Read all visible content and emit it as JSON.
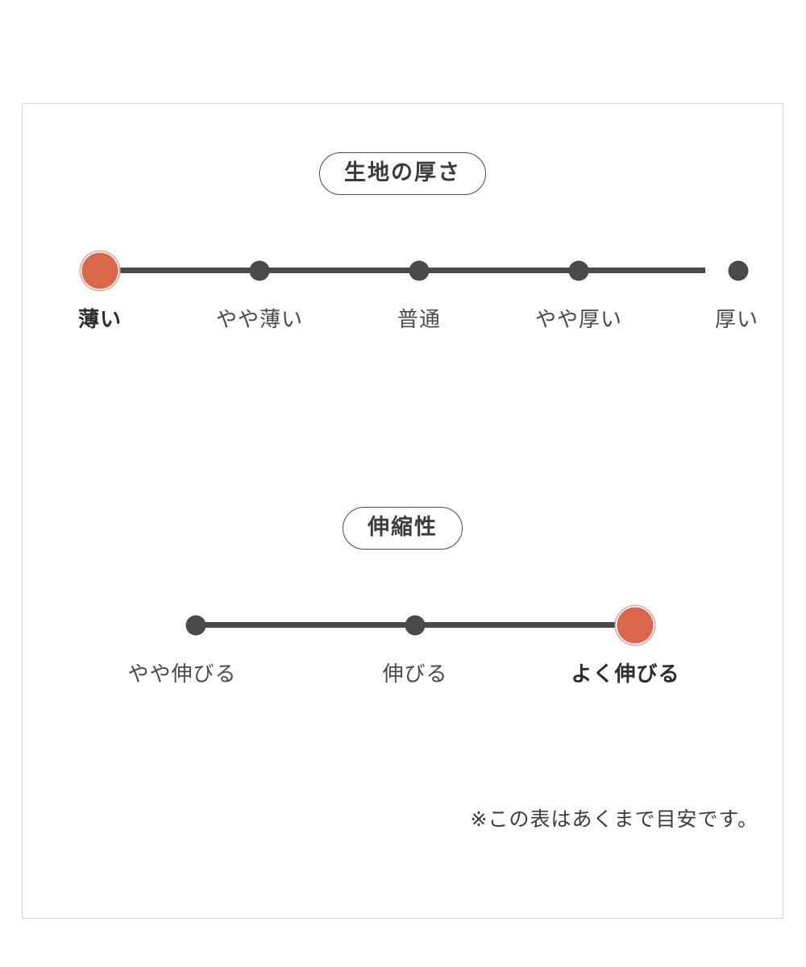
{
  "chart_data": {
    "type": "scatter",
    "title": "",
    "note": "※この表はあくまで目安です。",
    "charts": [
      {
        "title": "生地の厚さ",
        "categories": [
          "薄い",
          "やや薄い",
          "普通",
          "やや厚い",
          "厚い"
        ],
        "values": [
          1,
          0,
          0,
          0,
          0
        ],
        "selected_index": 0,
        "selected_label": "薄い",
        "accent_color": "#d9674c",
        "line_color": "#4a4a4a"
      },
      {
        "title": "伸縮性",
        "categories": [
          "やや伸びる",
          "伸びる",
          "よく伸びる"
        ],
        "values": [
          0,
          0,
          1
        ],
        "selected_index": 2,
        "selected_label": "よく伸びる",
        "accent_color": "#d9674c",
        "line_color": "#4a4a4a"
      }
    ]
  },
  "panel": {
    "footnote": "※この表はあくまで目安です。"
  }
}
